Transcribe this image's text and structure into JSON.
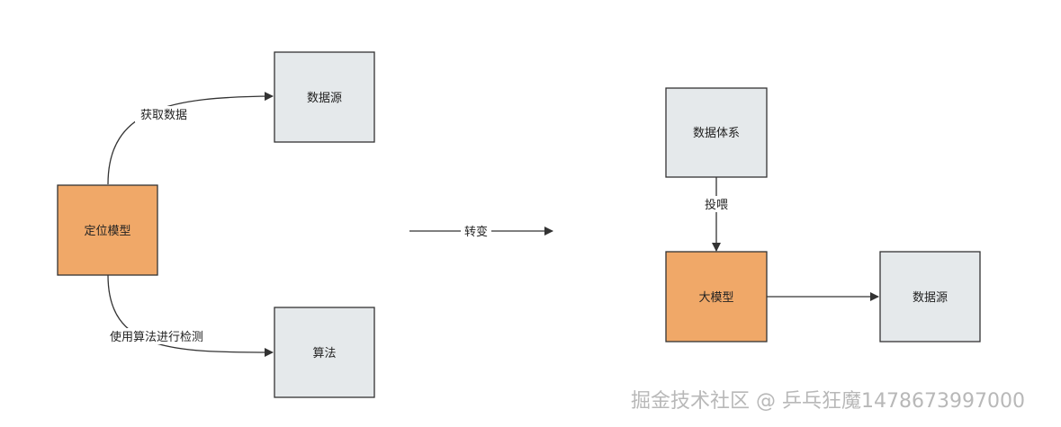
{
  "diagram": {
    "left": {
      "model_node": {
        "label": "定位模型",
        "color": "#f0a868"
      },
      "datasource_node": {
        "label": "数据源",
        "color": "#e5e9eb"
      },
      "algorithm_node": {
        "label": "算法",
        "color": "#e5e9eb"
      },
      "edge_fetch": {
        "label": "获取数据"
      },
      "edge_detect": {
        "label": "使用算法进行检测"
      }
    },
    "transition": {
      "label": "转变"
    },
    "right": {
      "data_system_node": {
        "label": "数据体系",
        "color": "#e5e9eb"
      },
      "big_model_node": {
        "label": "大模型",
        "color": "#f0a868"
      },
      "datasource_node": {
        "label": "数据源",
        "color": "#e5e9eb"
      },
      "edge_feed": {
        "label": "投喂"
      }
    }
  },
  "watermark": "掘金技术社区 @ 乒乓狂魔1478673997000"
}
